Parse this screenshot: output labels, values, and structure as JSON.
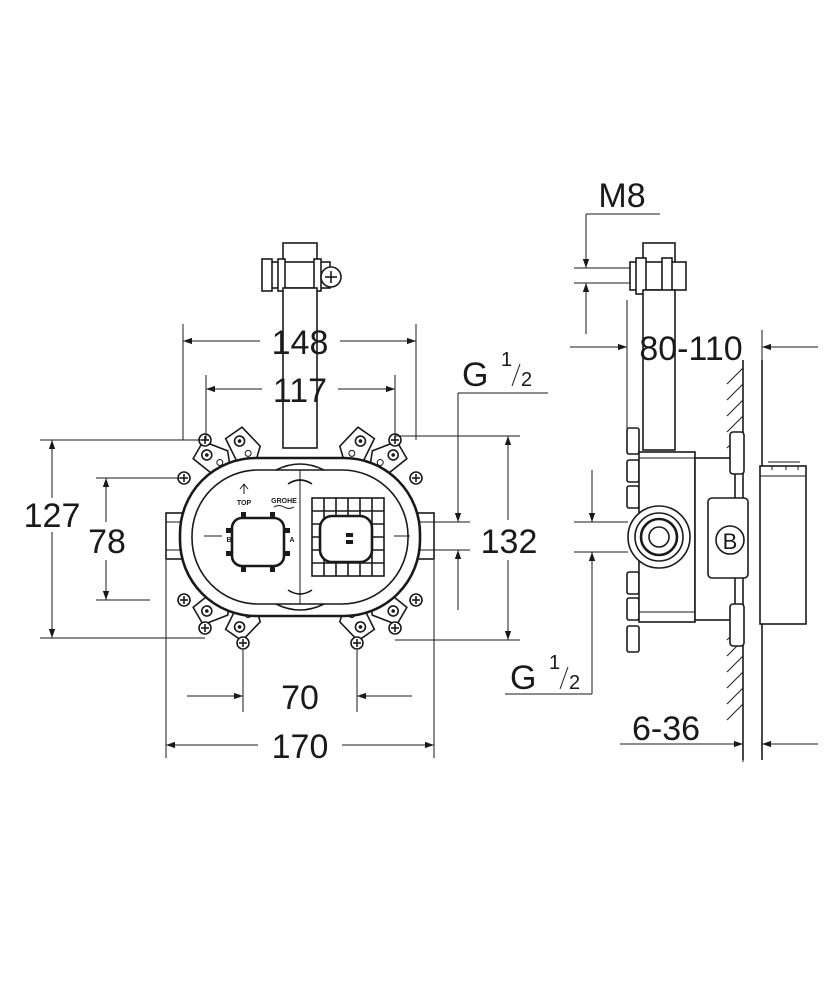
{
  "front_view": {
    "dimensions": {
      "width_148": "148",
      "width_117": "117",
      "height_127": "127",
      "height_78": "78",
      "height_132": "132",
      "width_70": "70",
      "width_170": "170",
      "thread_label": "G",
      "thread_num": "1",
      "thread_den": "2"
    },
    "body_labels": {
      "top_marker": "TOP",
      "brand": "GROHE",
      "port_b": "B",
      "port_a": "A"
    }
  },
  "side_view": {
    "dimensions": {
      "bolt": "M8",
      "depth_range": "80-110",
      "wall_range": "6-36",
      "thread_label": "G",
      "thread_num": "1",
      "thread_den": "2"
    },
    "port_letter": "B"
  }
}
